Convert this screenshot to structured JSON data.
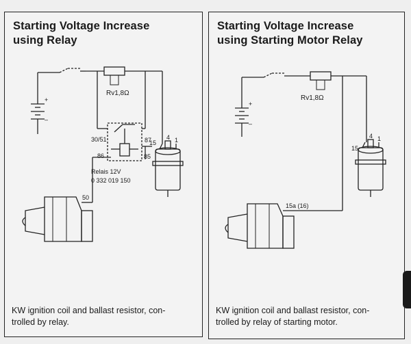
{
  "left_panel": {
    "title_line1": "Starting Voltage Increase",
    "title_line2": "using Relay",
    "resistor_label": "Rv1,8Ω",
    "relay_terminal_30_51": "30/51",
    "relay_terminal_87": "87",
    "relay_terminal_86": "86",
    "relay_terminal_85": "85",
    "relay_name": "Relais 12V",
    "relay_part_number": "0 332 019 150",
    "coil_terminal_15": "15",
    "coil_terminal_4": "4",
    "coil_terminal_1": "1",
    "starter_terminal_50": "50",
    "caption_line1": "KW ignition coil and ballast resistor, con-",
    "caption_line2": "trolled by relay."
  },
  "right_panel": {
    "title_line1": "Starting Voltage Increase",
    "title_line2": "using Starting Motor Relay",
    "resistor_label": "Rv1,8Ω",
    "coil_terminal_15": "15",
    "coil_terminal_4": "4",
    "coil_terminal_1": "1",
    "starter_terminal_15a": "15a (16)",
    "caption_line1": "KW ignition coil and ballast resistor, con-",
    "caption_line2": "trolled by relay of starting motor."
  }
}
